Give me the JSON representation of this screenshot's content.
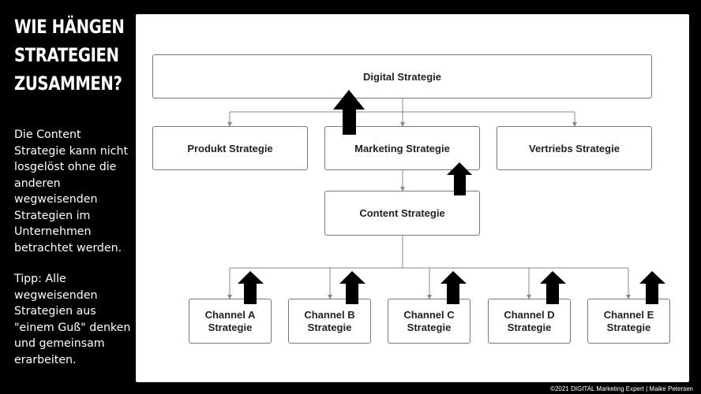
{
  "sidebar": {
    "headline_lines": [
      "WIE HÄNGEN",
      "STRATEGIEN",
      "ZUSAMMEN?"
    ],
    "paragraph1_lines": [
      "Die Content",
      "Strategie kann nicht",
      "losgelöst ohne die",
      "anderen",
      "wegweisenden",
      "Strategien im",
      "Unternehmen",
      "betrachtet werden."
    ],
    "paragraph2_lines": [
      "Tipp: Alle",
      "wegweisenden",
      "Strategien aus",
      "\"einem Guß\" denken",
      "und gemeinsam",
      "erarbeiten."
    ]
  },
  "diagram": {
    "digital": "Digital Strategie",
    "produkt": "Produkt Strategie",
    "marketing": "Marketing Strategie",
    "vertrieb": "Vertriebs Strategie",
    "content": "Content Strategie",
    "channels": [
      {
        "line1": "Channel A",
        "line2": "Strategie"
      },
      {
        "line1": "Channel B",
        "line2": "Strategie"
      },
      {
        "line1": "Channel C",
        "line2": "Strategie"
      },
      {
        "line1": "Channel D",
        "line2": "Strategie"
      },
      {
        "line1": "Channel E",
        "line2": "Strategie"
      }
    ],
    "colors": {
      "line": "#8a8a8a",
      "arrow": "#000000",
      "box_border": "#777777"
    }
  },
  "footer": "©2021 DIGITAL Marketing Expert | Maike Petersen"
}
